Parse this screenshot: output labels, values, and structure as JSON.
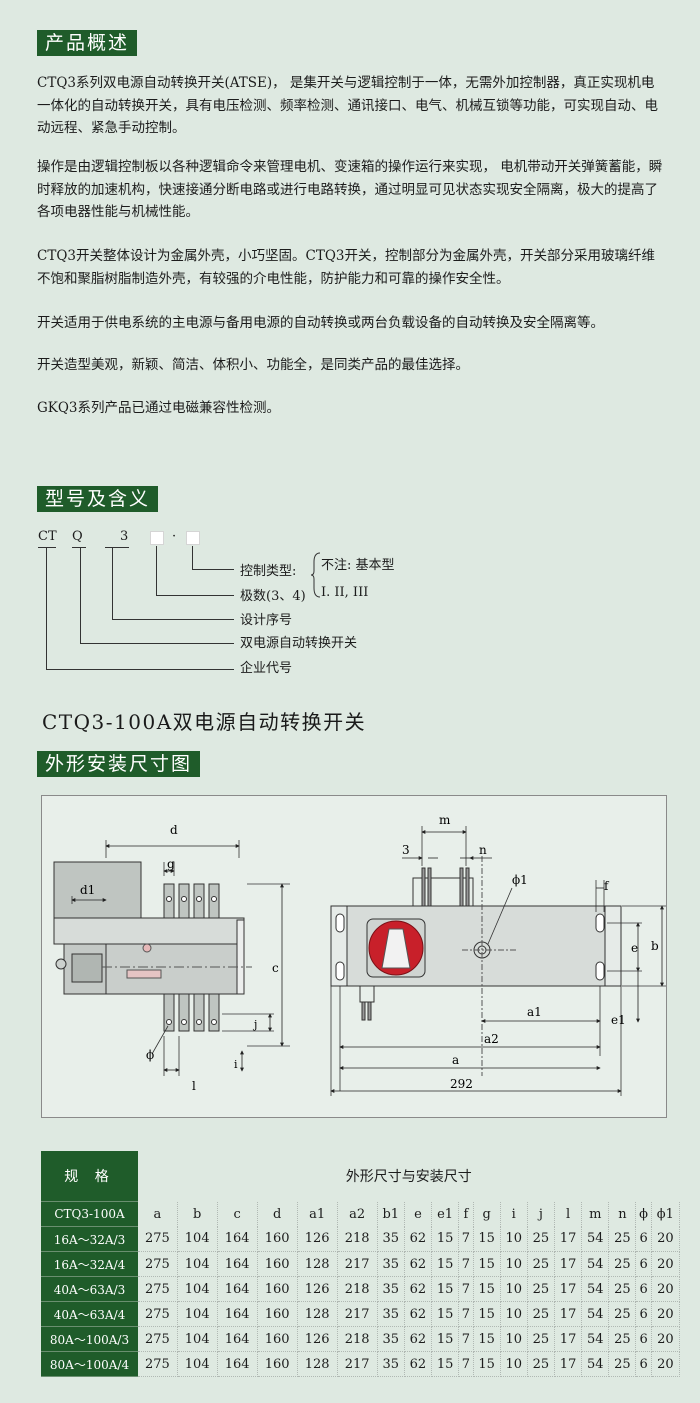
{
  "overview": {
    "title": "产品概述",
    "paragraphs": [
      "CTQ3系列双电源自动转换开关(ATSE)， 是集开关与逻辑控制于一体，无需外加控制器，真正实现机电一体化的自动转换开关，具有电压检测、频率检测、通讯接口、电气、机械互锁等功能，可实现自动、电动远程、紧急手动控制。",
      "操作是由逻辑控制板以各种逻辑命令来管理电机、变速箱的操作运行来实现， 电机带动开关弹簧蓄能，瞬时释放的加速机构，快速接通分断电路或进行电路转换，通过明显可见状态实现安全隔离，极大的提高了各项电器性能与机械性能。",
      "CTQ3开关整体设计为金属外壳，小巧坚固。CTQ3开关，控制部分为金属外壳，开关部分采用玻璃纤维不饱和聚脂树脂制造外壳，有较强的介电性能，防护能力和可靠的操作安全性。",
      "开关适用于供电系统的主电源与备用电源的自动转换或两台负载设备的自动转换及安全隔离等。",
      "开关造型美观，新颖、简洁、体积小、功能全，是同类产品的最佳选择。",
      "GKQ3系列产品已通过电磁兼容性检测。"
    ]
  },
  "model": {
    "title": "型号及含义",
    "code_parts": [
      "CT",
      "Q",
      "3",
      "·"
    ],
    "labels": {
      "control_type": "控制类型:",
      "control_options_line1": "不注: 基本型",
      "poles": "极数(3、4)",
      "pole_options": "I. II, III",
      "design_no": "设计序号",
      "product": "双电源自动转换开关",
      "company_code": "企业代号"
    }
  },
  "product_heading": "CTQ3-100A双电源自动转换开关",
  "drawing": {
    "title": "外形安装尺寸图",
    "labels": {
      "d": "d",
      "g": "g",
      "d1": "d1",
      "c": "c",
      "j": "j",
      "phi": "ϕ",
      "i": "i",
      "l": "l",
      "m": "m",
      "three": "3",
      "n": "n",
      "phi1": "ϕ1",
      "f": "f",
      "e": "e",
      "b": "b",
      "e1": "e1",
      "a1": "a1",
      "a2": "a2",
      "a": "a",
      "width_292": "292"
    }
  },
  "spec_table": {
    "header_spec": "规 格",
    "header_title": "外形尺寸与安装尺寸",
    "model_label": "CTQ3-100A",
    "columns": [
      "a",
      "b",
      "c",
      "d",
      "a1",
      "a2",
      "b1",
      "e",
      "e1",
      "f",
      "g",
      "i",
      "j",
      "l",
      "m",
      "n",
      "ϕ",
      "ϕ1"
    ],
    "rows": [
      {
        "label": "16A～32A/3",
        "values": [
          "275",
          "104",
          "164",
          "160",
          "126",
          "218",
          "35",
          "62",
          "15",
          "7",
          "15",
          "10",
          "25",
          "17",
          "54",
          "25",
          "6",
          "20"
        ]
      },
      {
        "label": "16A～32A/4",
        "values": [
          "275",
          "104",
          "164",
          "160",
          "128",
          "217",
          "35",
          "62",
          "15",
          "7",
          "15",
          "10",
          "25",
          "17",
          "54",
          "25",
          "6",
          "20"
        ]
      },
      {
        "label": "40A～63A/3",
        "values": [
          "275",
          "104",
          "164",
          "160",
          "126",
          "218",
          "35",
          "62",
          "15",
          "7",
          "15",
          "10",
          "25",
          "17",
          "54",
          "25",
          "6",
          "20"
        ]
      },
      {
        "label": "40A～63A/4",
        "values": [
          "275",
          "104",
          "164",
          "160",
          "128",
          "217",
          "35",
          "62",
          "15",
          "7",
          "15",
          "10",
          "25",
          "17",
          "54",
          "25",
          "6",
          "20"
        ]
      },
      {
        "label": "80A～100A/3",
        "values": [
          "275",
          "104",
          "164",
          "160",
          "126",
          "218",
          "35",
          "62",
          "15",
          "7",
          "15",
          "10",
          "25",
          "17",
          "54",
          "25",
          "6",
          "20"
        ]
      },
      {
        "label": "80A～100A/4",
        "values": [
          "275",
          "104",
          "164",
          "160",
          "128",
          "217",
          "35",
          "62",
          "15",
          "7",
          "15",
          "10",
          "25",
          "17",
          "54",
          "25",
          "6",
          "20"
        ]
      }
    ]
  },
  "colors": {
    "background": "#dee9e1",
    "title_bar": "#1f5c2a",
    "handle_red": "#c8202a"
  }
}
